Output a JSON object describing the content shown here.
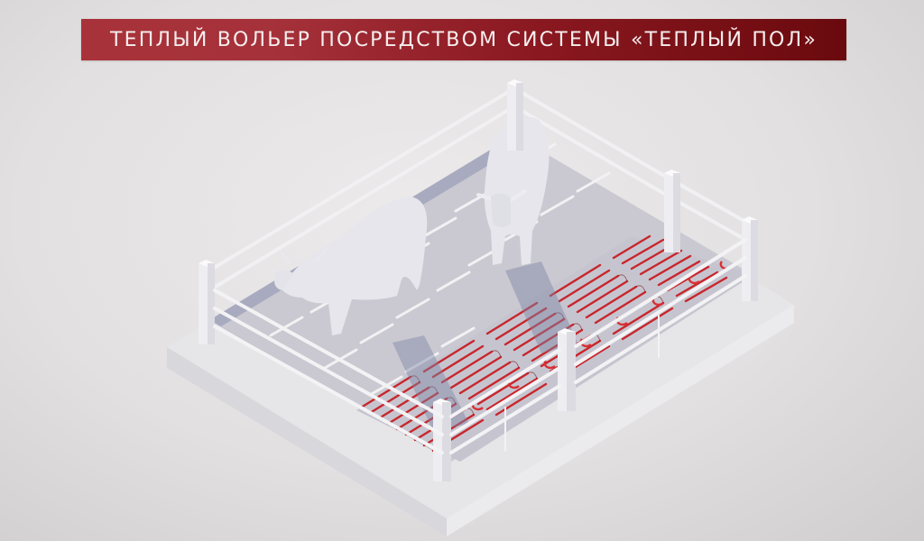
{
  "header": {
    "title": "ТЕПЛЫЙ ВОЛЬЕР ПОСРЕДСТВОМ СИСТЕМЫ «ТЕПЛЫЙ ПОЛ»"
  },
  "illustration": {
    "subject": "isometric cattle pen with underfloor heating",
    "elements": [
      "concrete-slab",
      "fence",
      "cow-left",
      "cow-right",
      "heating-cable",
      "floor-slots"
    ],
    "colors": {
      "banner_left": "#a8323a",
      "banner_right": "#6a0a0e",
      "heating_cable": "#c8262c",
      "slab": "#e4e3e6",
      "floor": "#c9c8d0",
      "shadow": "#7e84a4"
    }
  }
}
